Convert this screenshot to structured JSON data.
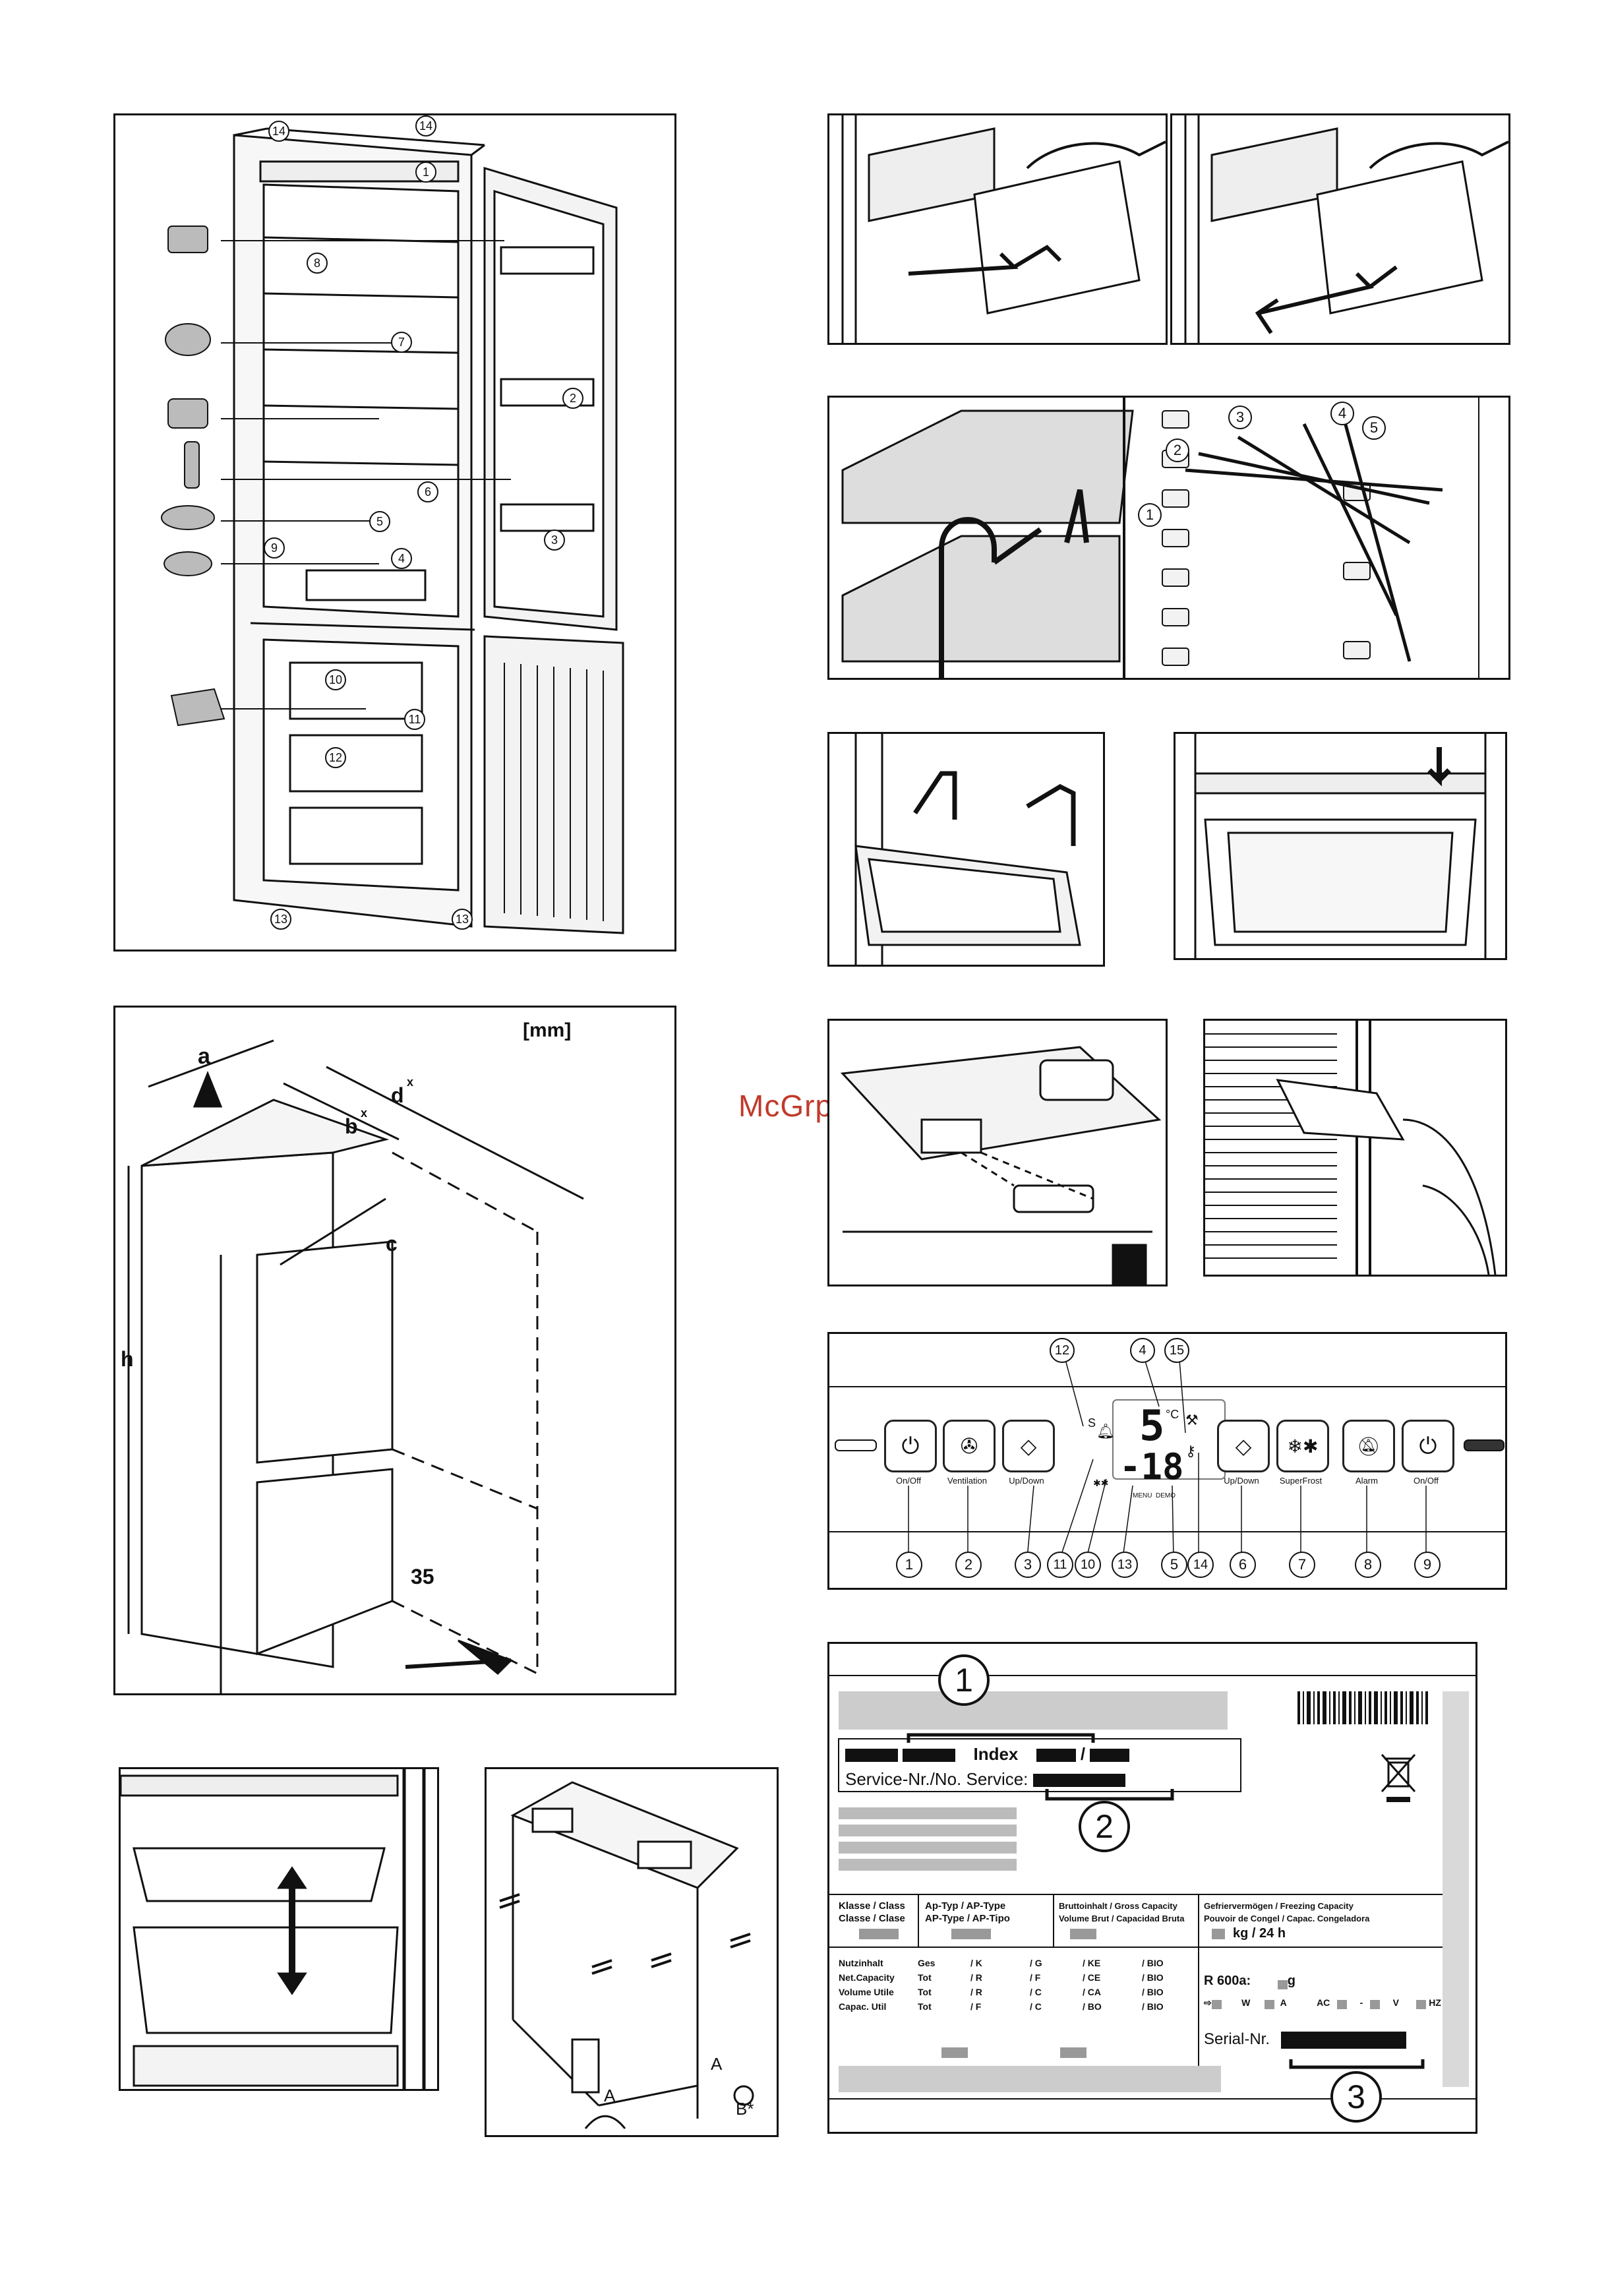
{
  "watermark": "McGrp.Ru",
  "fridge_numbers": [
    "14",
    "14",
    "1",
    "8",
    "7",
    "2",
    "6",
    "5",
    "3",
    "9",
    "4",
    "10",
    "11",
    "12",
    "13",
    "13"
  ],
  "dimensions": {
    "unit": "[mm]",
    "a": "a",
    "b": "b",
    "c": "c",
    "d": "d",
    "h": "h",
    "x": "x",
    "gap": "35"
  },
  "shelf_steps": [
    "1",
    "2",
    "3",
    "4",
    "5"
  ],
  "feet": {
    "a_left": "A",
    "a_right": "A",
    "b": "B*"
  },
  "control_panel": {
    "top_numbers": [
      "12",
      "4",
      "15"
    ],
    "bottom_numbers": [
      "1",
      "2",
      "3",
      "11",
      "10",
      "13",
      "5",
      "14",
      "6",
      "7",
      "8",
      "9"
    ],
    "buttons_left": [
      {
        "label": "On/Off"
      },
      {
        "label": "Ventilation"
      },
      {
        "label": "Up/Down"
      }
    ],
    "buttons_right": [
      {
        "label": "Up/Down"
      },
      {
        "label": "SuperFrost"
      },
      {
        "label": "Alarm"
      },
      {
        "label": "On/Off"
      }
    ],
    "display_top": "5",
    "display_unit": "°C",
    "display_bottom": "-18",
    "display_s": "S",
    "display_sub": "MENU  DEMO",
    "display_stars": "✱✱"
  },
  "type_plate": {
    "markers": [
      "1",
      "2",
      "3"
    ],
    "index_label": "Index",
    "service_label": "Service-Nr./No. Service:",
    "class_header": [
      "Klasse / Class",
      "Classe / Clase"
    ],
    "type_header": [
      "Ap-Typ / AP-Type",
      "AP-Type / AP-Tipo"
    ],
    "gross_header": [
      "Bruttoinhalt / Gross Capacity",
      "Volume Brut / Capacidad Bruta"
    ],
    "freezing_header": [
      "Gefriervermögen / Freezing Capacity",
      "Pouvoir de Congel / Capac. Congeladora"
    ],
    "freezing_unit": "kg / 24 h",
    "net_rows": [
      [
        "Nutzinhalt",
        "Ges",
        "/ K",
        "/ G",
        "/ KE",
        "/ BIO"
      ],
      [
        "Net.Capacity",
        "Tot",
        "/ R",
        "/ F",
        "/ CE",
        "/ BIO"
      ],
      [
        "Volume Utile",
        "Tot",
        "/ R",
        "/ C",
        "/ CA",
        "/ BIO"
      ],
      [
        "Capac. Util",
        "Tot",
        "/ F",
        "/ C",
        "/ BO",
        "/ BIO"
      ]
    ],
    "refrigerant": "R 600a:",
    "refrigerant_unit": "g",
    "elec_labels": [
      "W",
      "A",
      "AC",
      "-",
      "V",
      "HZ"
    ],
    "serial_label": "Serial-Nr."
  }
}
